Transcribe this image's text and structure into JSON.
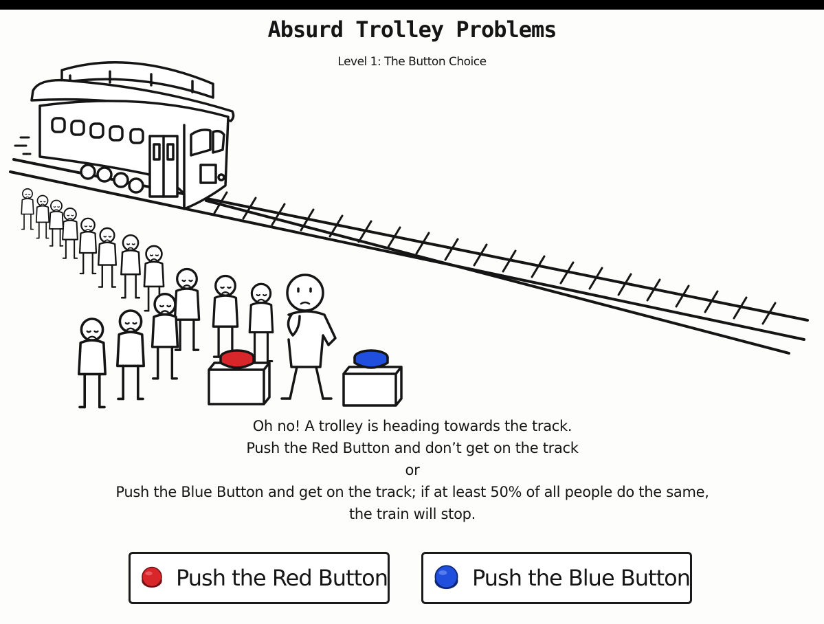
{
  "game": {
    "title": "Absurd Trolley Problems",
    "level": "Level 1: The Button Choice"
  },
  "prompt": {
    "line1": "Oh no! A trolley is heading towards the track.",
    "line2": "Push the Red Button and don’t get on the track",
    "line3": "or",
    "line4": "Push the Blue Button and get on the track; if at least 50% of all people do the same,",
    "line5": "the train will stop."
  },
  "choices": {
    "red": {
      "label": "Push the Red Button",
      "color": "#d8262b"
    },
    "blue": {
      "label": "Push the Blue Button",
      "color": "#1f4fdc"
    }
  },
  "colors": {
    "ink": "#151515",
    "background": "#fdfdfc",
    "red": "#d8262b",
    "blue": "#1f4fdc"
  },
  "icons": {
    "trolley": "trolley-car-icon",
    "track": "railroad-track-icon",
    "red_button": "red-button-icon",
    "blue_button": "blue-button-icon",
    "person": "person-figure-icon"
  }
}
